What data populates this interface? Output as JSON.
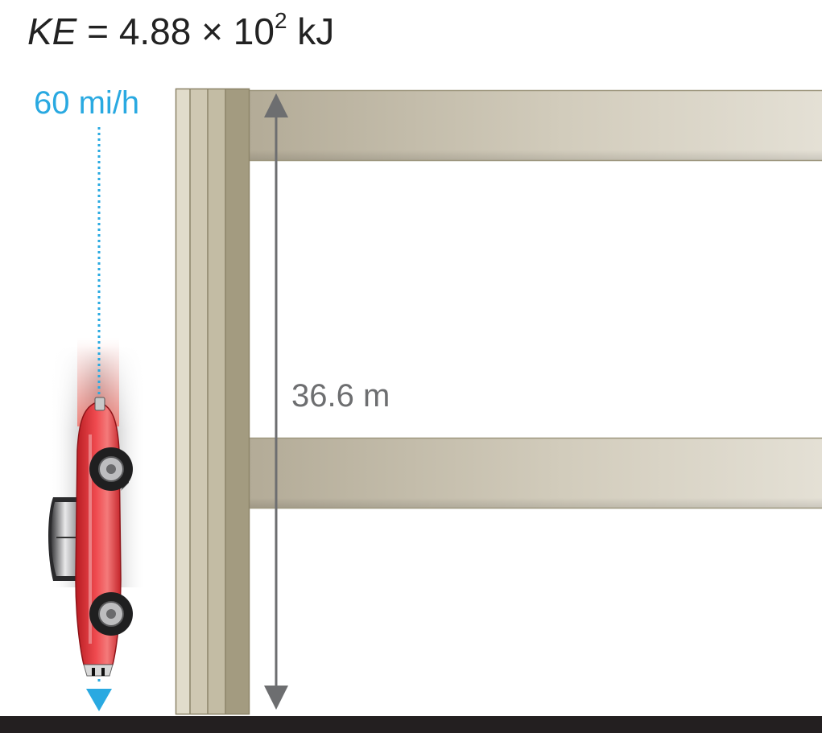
{
  "kinetic_energy": {
    "symbol": "KE",
    "equals": " = ",
    "mantissa": "4.88",
    "times": " × 10",
    "exponent": "2",
    "unit": " kJ"
  },
  "speed_label": "60 mi/h",
  "height_label": "36.6 m",
  "colors": {
    "speed_accent": "#29a9e1",
    "dimension_arrow": "#6d6e70",
    "floor_slab_dark": "#b5ad99",
    "floor_slab_light": "#e2ddd1",
    "column_fill": "#cbc4ad",
    "car_body": "#e8343a",
    "ground": "#231f20"
  },
  "icons": {
    "car": "falling-car-icon",
    "arrow": "downward-arrow-icon"
  }
}
